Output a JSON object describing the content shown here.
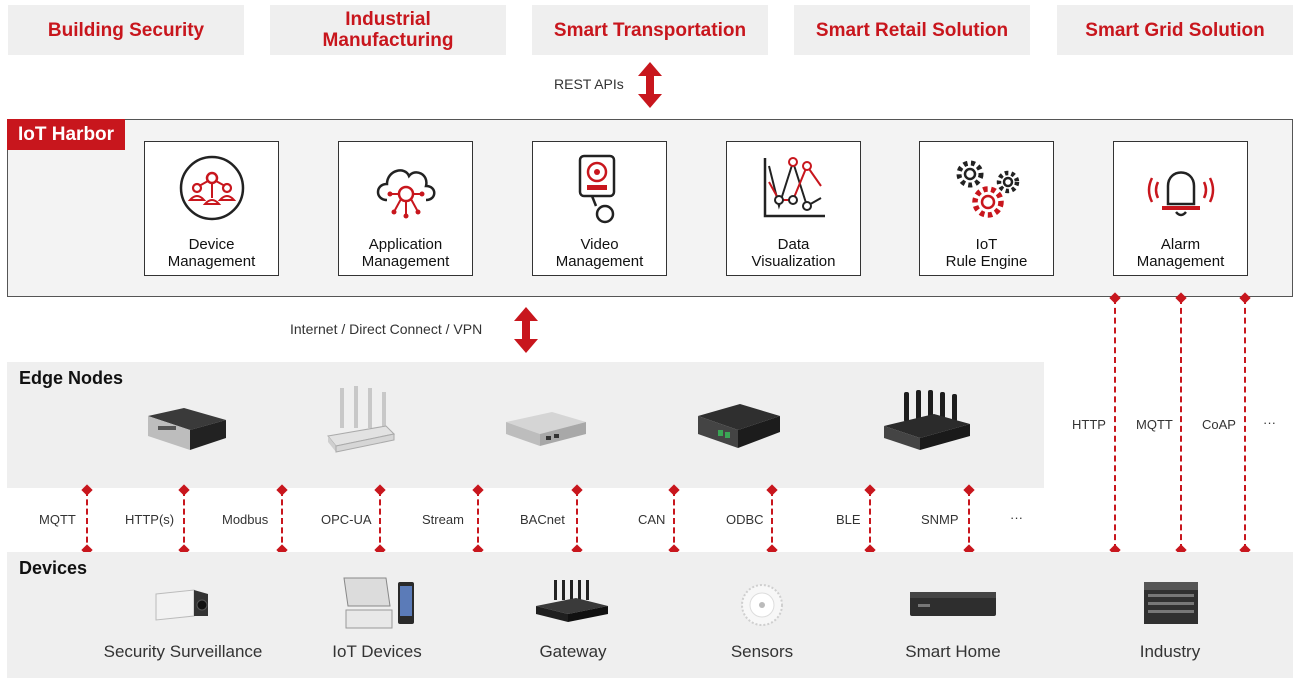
{
  "solutions": [
    {
      "label": "Building Security"
    },
    {
      "label": "Industrial Manufacturing"
    },
    {
      "label": "Smart Transportation"
    },
    {
      "label": "Smart Retail Solution"
    },
    {
      "label": "Smart Grid Solution"
    }
  ],
  "rest_label": "REST APIs",
  "harbor": {
    "title": "IoT Harbor",
    "modules": [
      {
        "label": "Device\nManagement",
        "icon": "device-management-icon"
      },
      {
        "label": "Application\nManagement",
        "icon": "cloud-app-icon"
      },
      {
        "label": "Video\nManagement",
        "icon": "camera-icon"
      },
      {
        "label": "Data\nVisualization",
        "icon": "line-chart-icon"
      },
      {
        "label": "IoT\nRule Engine",
        "icon": "gears-icon"
      },
      {
        "label": "Alarm\nManagement",
        "icon": "alarm-bell-icon"
      }
    ]
  },
  "connect_label": "Internet / Direct Connect / VPN",
  "edge": {
    "title": "Edge Nodes"
  },
  "right_protocols": [
    "HTTP",
    "MQTT",
    "CoAP",
    "···"
  ],
  "protocols": [
    "MQTT",
    "HTTP(s)",
    "Modbus",
    "OPC-UA",
    "Stream",
    "BACnet",
    "CAN",
    "ODBC",
    "BLE",
    "SNMP",
    "···"
  ],
  "devices": {
    "title": "Devices",
    "items": [
      {
        "label": "Security Surveillance"
      },
      {
        "label": "IoT Devices"
      },
      {
        "label": "Gateway"
      },
      {
        "label": "Sensors"
      },
      {
        "label": "Smart Home"
      },
      {
        "label": "Industry"
      }
    ]
  },
  "colors": {
    "accent": "#c8161d",
    "panel": "#efefef"
  }
}
